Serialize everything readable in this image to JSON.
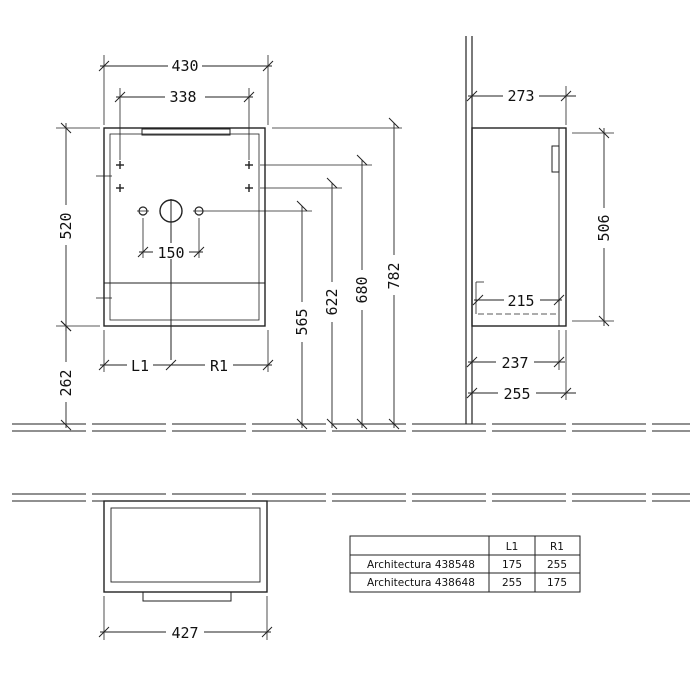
{
  "front": {
    "width": "430",
    "hole_spacing": "338",
    "height": "520",
    "drain_spacing": "150",
    "l1_label": "L1",
    "r1_label": "R1",
    "floor_clearance": "262",
    "h565": "565",
    "h622": "622",
    "h680": "680",
    "h782": "782"
  },
  "side": {
    "depth": "273",
    "height": "506",
    "inner_215": "215",
    "d237": "237",
    "d255": "255"
  },
  "plan": {
    "width": "427"
  },
  "table": {
    "headers": [
      "",
      "L1",
      "R1"
    ],
    "rows": [
      {
        "model": "Architectura 438548",
        "l1": "175",
        "r1": "255"
      },
      {
        "model": "Architectura 438648",
        "l1": "255",
        "r1": "175"
      }
    ]
  }
}
